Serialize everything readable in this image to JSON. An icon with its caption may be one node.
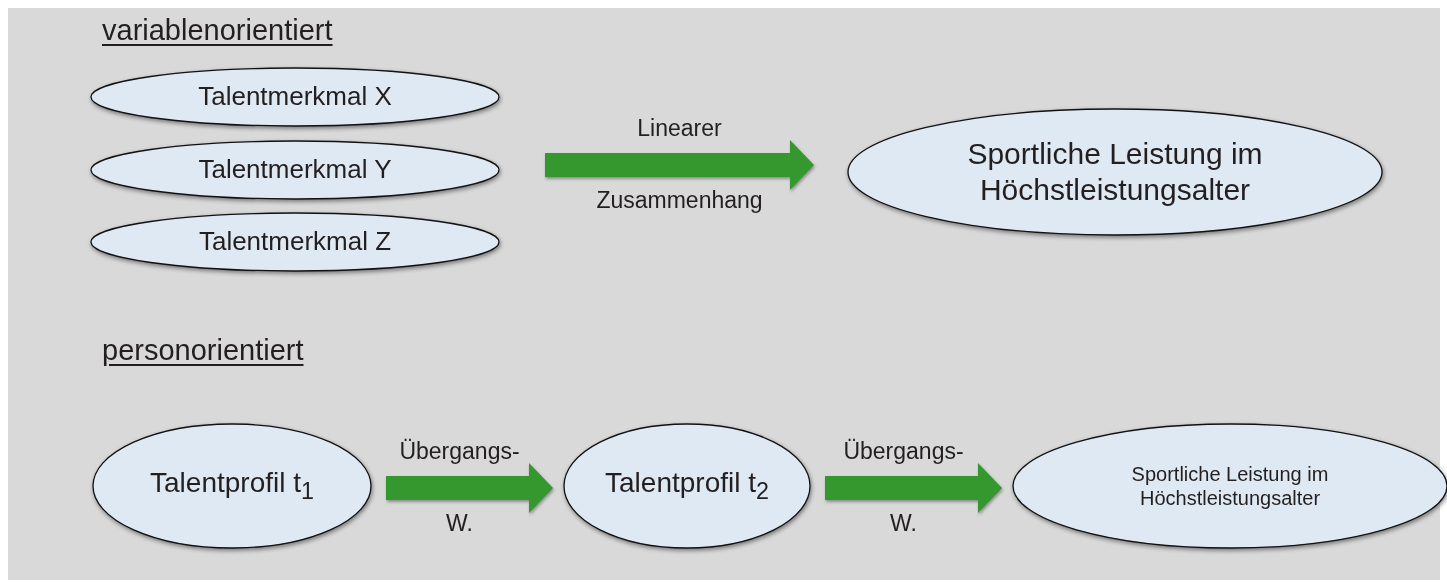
{
  "diagram": {
    "nodes": [
      {
        "text": [
          "Talentmerkmal X"
        ]
      },
      {
        "text": [
          "Talentmerkmal Y"
        ]
      },
      {
        "text": [
          "Talentmerkmal Z"
        ]
      },
      {
        "text": [
          "Sportliche Leistung im Höchstleistungsalter"
        ]
      },
      {
        "text": [
          "Talentprofil t$_{1}$"
        ]
      },
      {
        "text": [
          "Talentprofil t$_{2}$"
        ]
      },
      {
        "text": [
          "Sportliche Leistung im Höchstleistungsalter"
        ]
      }
    ],
    "edges": [
      {
        "from": 1,
        "to": 3,
        "arrow": "to",
        "label": "Linearer Zusammenhang"
      },
      {
        "from": 4,
        "to": 5,
        "arrow": "to",
        "label": "Übergangs- W."
      },
      {
        "from": 5,
        "to": 6,
        "arrow": "to",
        "label": "Übergangs- W."
      }
    ],
    "labels": [
      "variablenorientiert",
      "personorientiert"
    ]
  }
}
